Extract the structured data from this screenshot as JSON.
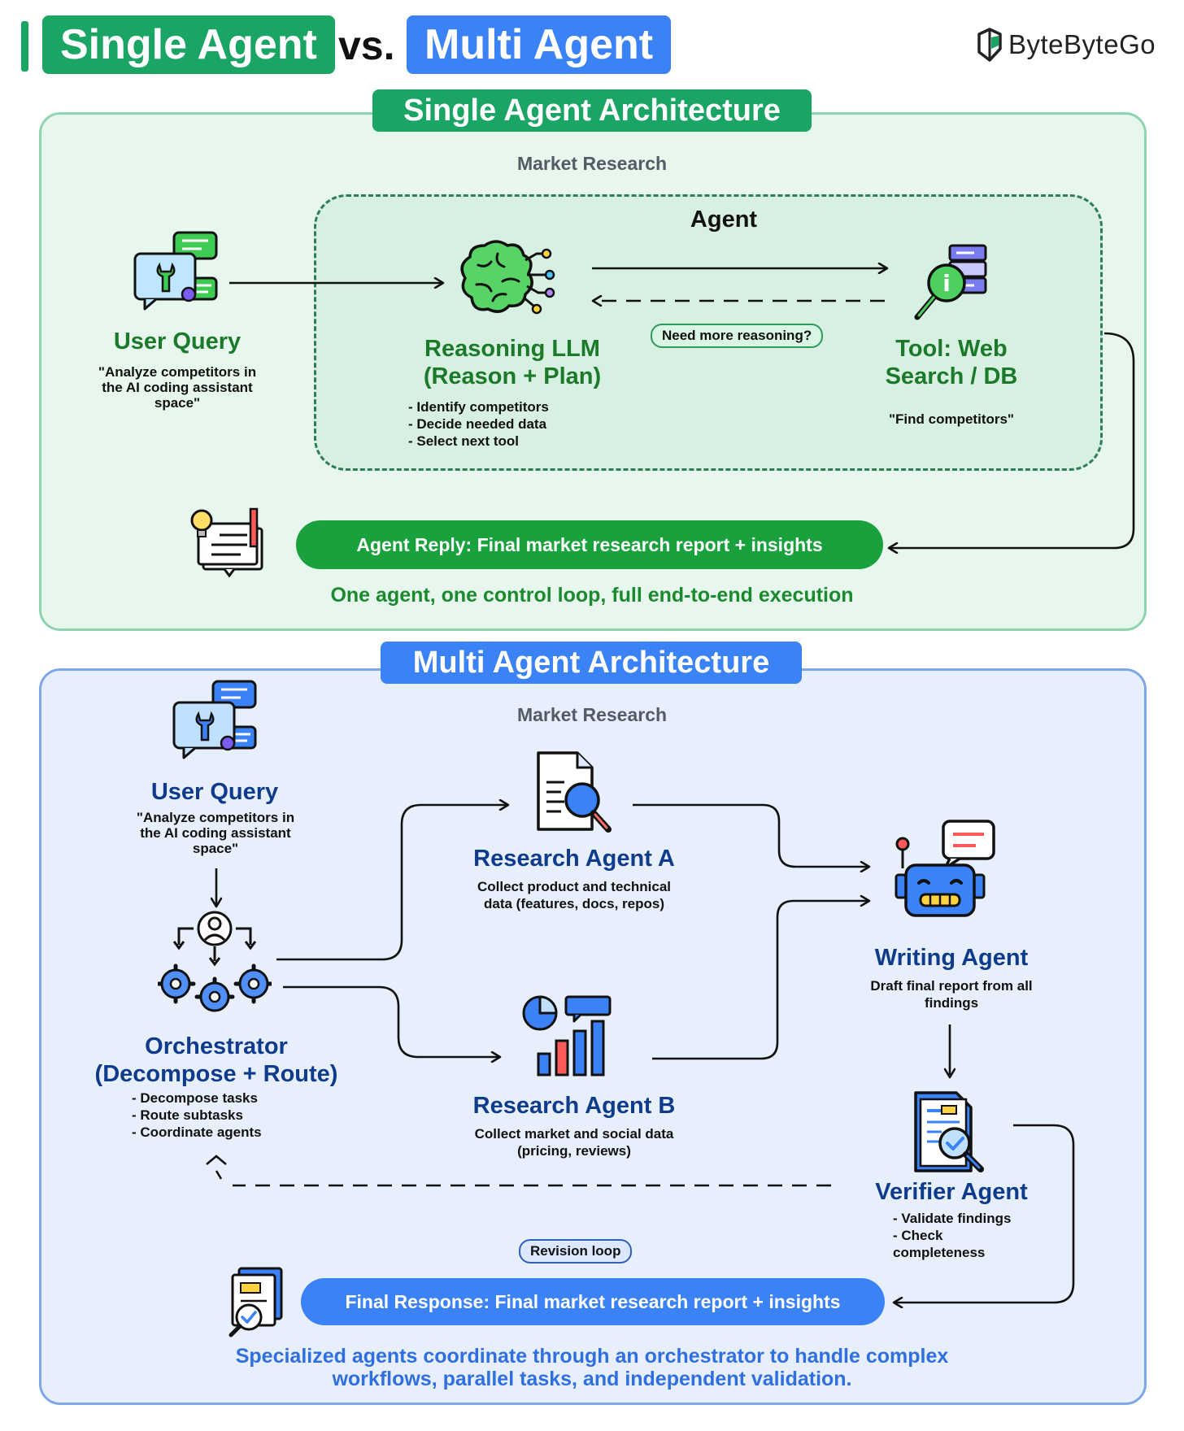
{
  "header": {
    "title_single": "Single Agent",
    "vs": "vs.",
    "title_multi": "Multi Agent",
    "brand": "ByteByteGo"
  },
  "single": {
    "badge": "Single Agent Architecture",
    "context": "Market Research",
    "agent_label": "Agent",
    "user_query": {
      "title": "User Query",
      "text": "\"Analyze competitors in the AI coding assistant space\""
    },
    "llm": {
      "title_line1": "Reasoning LLM",
      "title_line2": "(Reason + Plan)",
      "bullets": [
        "- Identify competitors",
        "- Decide needed data",
        "- Select next tool"
      ]
    },
    "tool": {
      "title_line1": "Tool: Web",
      "title_line2": "Search / DB",
      "text": "\"Find competitors\""
    },
    "loop_tag": "Need more reasoning?",
    "reply": "Agent Reply: Final market research report + insights",
    "footer": "One agent, one control loop, full end-to-end execution",
    "colors": {
      "accent": "#1aa564",
      "panel": "#e7f7ee",
      "title": "#1b7a2a"
    }
  },
  "multi": {
    "badge": "Multi Agent Architecture",
    "context": "Market Research",
    "user_query": {
      "title": "User Query",
      "text": "\"Analyze competitors in the AI coding assistant space\""
    },
    "orchestrator": {
      "title_line1": "Orchestrator",
      "title_line2": "(Decompose + Route)",
      "bullets": [
        "- Decompose tasks",
        "- Route subtasks",
        "- Coordinate agents"
      ]
    },
    "research_a": {
      "title": "Research Agent A",
      "text": "Collect product and technical data (features, docs, repos)"
    },
    "research_b": {
      "title": "Research Agent B",
      "text": "Collect market and social data (pricing, reviews)"
    },
    "writing": {
      "title": "Writing Agent",
      "text": "Draft final report from all findings"
    },
    "verifier": {
      "title": "Verifier Agent",
      "bullets": [
        "- Validate findings",
        "- Check",
        "completeness"
      ]
    },
    "loop_tag": "Revision loop",
    "final": "Final Response: Final market research report + insights",
    "footer_line1": "Specialized agents coordinate through an orchestrator to handle complex",
    "footer_line2": "workflows, parallel tasks, and independent validation.",
    "colors": {
      "accent": "#3b82f6",
      "panel": "#e8effc",
      "title": "#0e3b8c"
    }
  },
  "icons": [
    "chat-wrench-icon",
    "brain-circuit-icon",
    "search-database-icon",
    "idea-notepad-icon",
    "document-search-icon",
    "chart-icon",
    "org-gears-icon",
    "robot-chat-icon",
    "document-check-icon",
    "file-check-icon",
    "logo-icon"
  ]
}
